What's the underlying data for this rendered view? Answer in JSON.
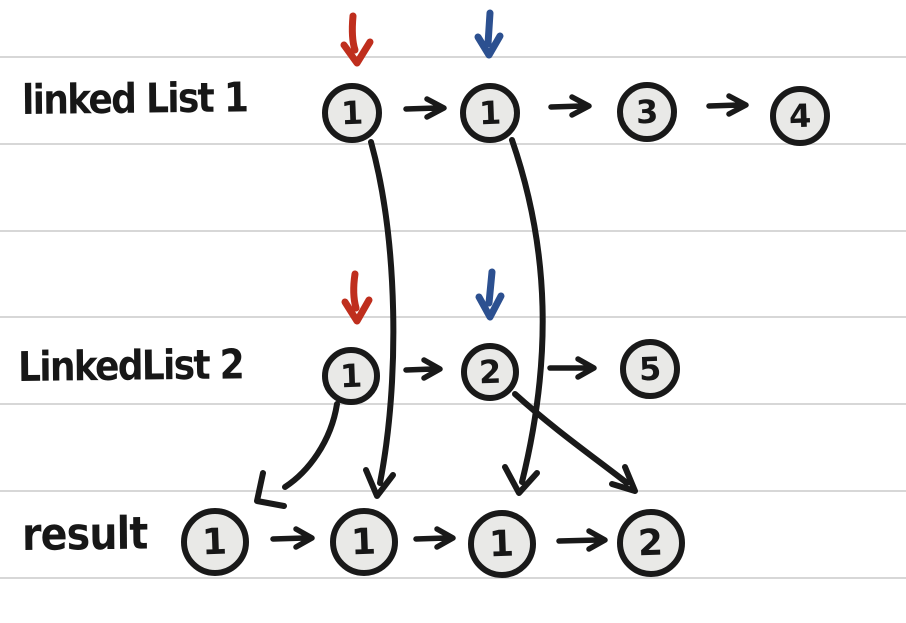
{
  "colors": {
    "ink": "#191919",
    "node_fill": "#e9e9e7",
    "red_pointer": "#bf2e1d",
    "blue_pointer": "#2c5090",
    "ruled_line": "#d7d7d7",
    "background": "#ffffff"
  },
  "rows": {
    "list1": {
      "label": "linked List 1",
      "nodes": [
        "1",
        "1",
        "3",
        "4"
      ]
    },
    "list2": {
      "label": "LinkedList 2",
      "nodes": [
        "1",
        "2",
        "5"
      ]
    },
    "result": {
      "label": "result",
      "nodes": [
        "1",
        "1",
        "1",
        "2"
      ]
    }
  },
  "pointers": [
    {
      "row": "list1",
      "over_node_index": 0,
      "color_name": "red"
    },
    {
      "row": "list1",
      "over_node_index": 1,
      "color_name": "blue"
    },
    {
      "row": "list2",
      "over_node_index": 0,
      "color_name": "red"
    },
    {
      "row": "list2",
      "over_node_index": 1,
      "color_name": "blue"
    }
  ],
  "connections": [
    {
      "from": "list2 node 1",
      "to": "result node 1"
    },
    {
      "from": "list1 node 1",
      "to": "result node 2"
    },
    {
      "from": "list1 node 2",
      "to": "result node 3"
    },
    {
      "from": "list2 node 2",
      "to": "result node 4"
    }
  ]
}
